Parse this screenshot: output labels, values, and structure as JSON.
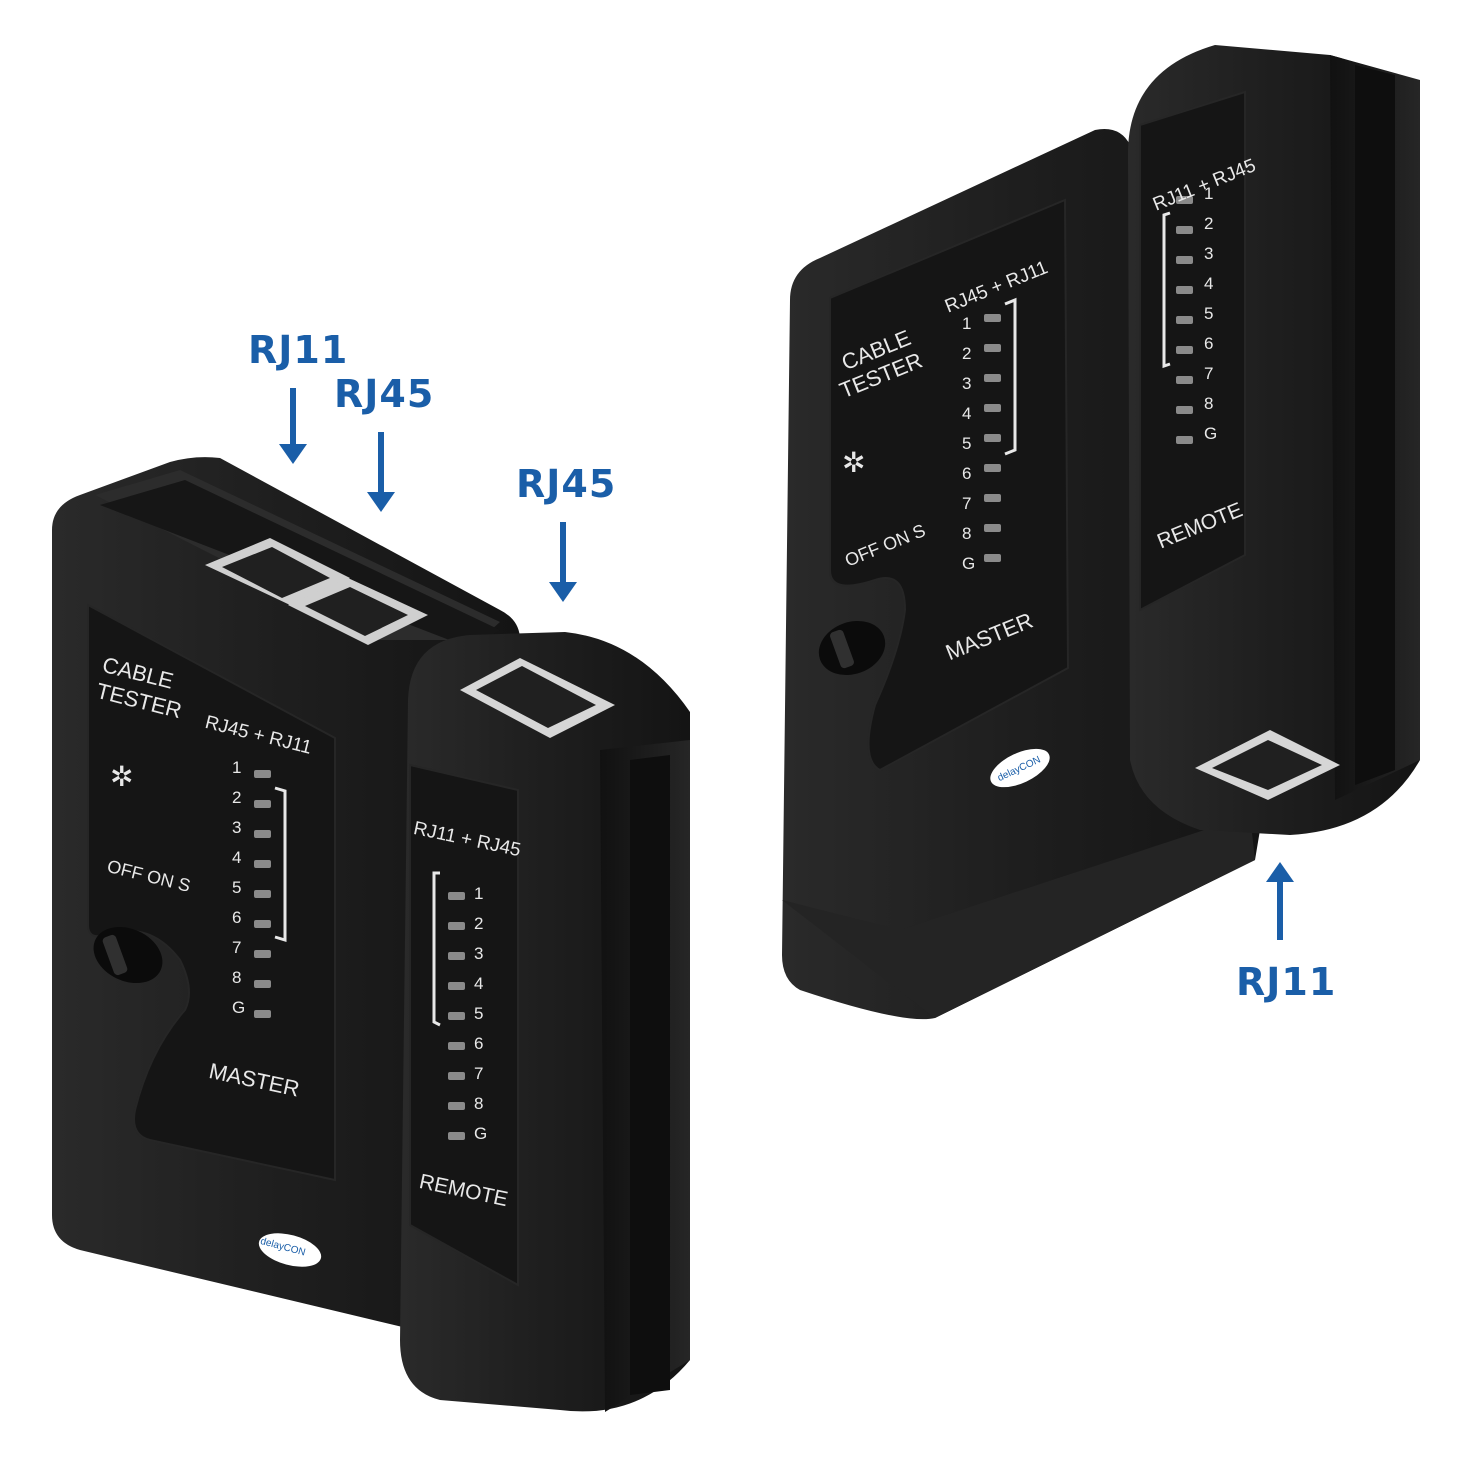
{
  "colors": {
    "accent": "#1a5ea8",
    "device": "#1d1d1d",
    "panel": "#151515",
    "led": "#8a8a8a"
  },
  "callouts": {
    "left_rj11": "RJ11",
    "left_rj45_master": "RJ45",
    "left_rj45_remote": "RJ45",
    "right_rj11": "RJ11"
  },
  "master_left": {
    "title_line1": "CABLE",
    "title_line2": "TESTER",
    "ports_label": "RJ45 + RJ11",
    "switch_label": "OFF ON S",
    "name": "MASTER",
    "brand": "delayCON",
    "pins": [
      "1",
      "2",
      "3",
      "4",
      "5",
      "6",
      "7",
      "8",
      "G"
    ]
  },
  "remote_left": {
    "ports_label": "RJ11 + RJ45",
    "name": "REMOTE",
    "pins": [
      "1",
      "2",
      "3",
      "4",
      "5",
      "6",
      "7",
      "8",
      "G"
    ]
  },
  "master_right": {
    "title_line1": "CABLE",
    "title_line2": "TESTER",
    "ports_label": "RJ45 + RJ11",
    "switch_label": "OFF ON S",
    "name": "MASTER",
    "brand": "delayCON",
    "pins": [
      "1",
      "2",
      "3",
      "4",
      "5",
      "6",
      "7",
      "8",
      "G"
    ]
  },
  "remote_right": {
    "ports_label": "RJ11 + RJ45",
    "name": "REMOTE",
    "pins": [
      "1",
      "2",
      "3",
      "4",
      "5",
      "6",
      "7",
      "8",
      "G"
    ]
  }
}
